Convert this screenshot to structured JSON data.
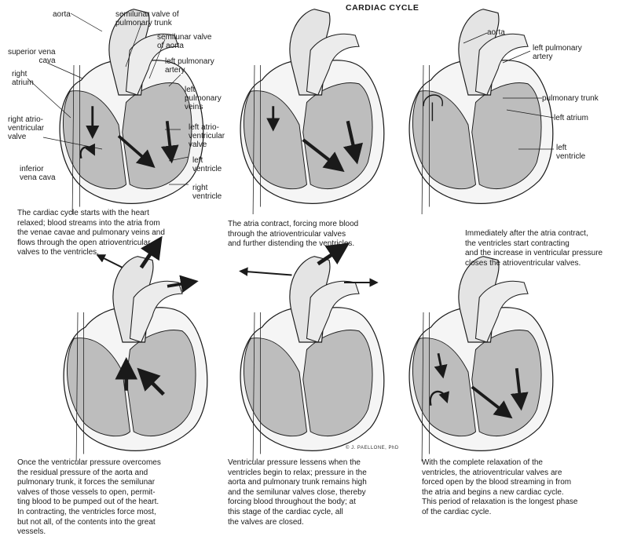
{
  "title": "CARDIAC CYCLE",
  "labels": {
    "aorta_1": "aorta",
    "semilunar_pulm": "semilunar valve of\npulmonary trunk",
    "semilunar_aorta": "semilunar valve\nof aorta",
    "superior_vena_cava": "superior vena\ncava",
    "left_pulmonary_artery_1": "left pulmonary\nartery",
    "right_atrium": "right\natrium",
    "left_pulmonary_veins": "left\npulmonary\nveins",
    "right_av_valve": "right atrio-\nventricular\nvalve",
    "left_av_valve": "left atrio-\nventricular\nvalve",
    "left_ventricle_1": "left\nventricle",
    "inferior_vena_cava": "inferior\nvena cava",
    "right_ventricle": "right\nventricle",
    "aorta_3": "aorta",
    "left_pulmonary_artery_3": "left pulmonary\nartery",
    "pulmonary_trunk": "pulmonary trunk",
    "left_atrium": "left atrium",
    "left_ventricle_3": "left\nventricle"
  },
  "captions": {
    "c1": "The cardiac cycle starts with the heart\nrelaxed; blood streams into the atria from\nthe venae cavae and pulmonary veins and\nflows through the open atrioventricular\nvalves to the ventricles.",
    "c2": "The atria contract, forcing more blood\nthrough the atrioventricular valves\nand further distending the ventricles.",
    "c3": "Immediately after the atria contract,\nthe ventricles start contracting\nand the increase in ventricular pressure\ncloses the atrioventricular valves.",
    "c4": "Once the ventricular pressure overcomes\nthe residual pressure of the aorta and\npulmonary trunk, it forces the semilunar\nvalves of those vessels to open, permit-\nting blood to be pumped out of the heart.\nIn contracting, the ventricles force most,\nbut not all, of the contents into the great\nvessels.",
    "c5": "Ventricular pressure lessens when the\nventricles begin to relax; pressure in the\naorta and pulmonary trunk remains high\nand the semilunar valves close, thereby\nforcing blood throughout the body; at\nthis stage of the cardiac cycle, all\nthe valves are closed.",
    "c6": "With the complete relaxation of the\nventricles, the atrioventricular valves are\nforced open by the blood streaming in from\nthe atria and begins a new cardiac cycle.\nThis period of relaxation is the longest phase\nof the cardiac cycle."
  },
  "signature": "© J. PAELLONE, PhD",
  "colors": {
    "blood": "#b9b9b9",
    "vessel": "#e6e6e6",
    "line": "#1a1a1a",
    "cavity": "#f7f7f7"
  }
}
